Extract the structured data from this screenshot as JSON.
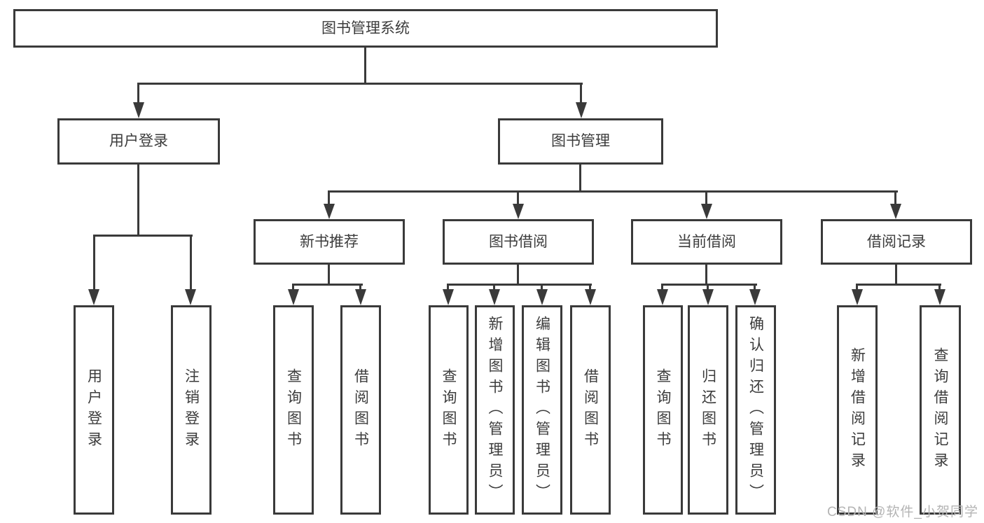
{
  "diagram": {
    "root": {
      "label": "图书管理系统"
    },
    "branches": {
      "user_login": {
        "label": "用户登录"
      },
      "book_mgmt": {
        "label": "图书管理"
      }
    },
    "modules": {
      "new_book_rec": {
        "label": "新书推荐"
      },
      "book_borrow": {
        "label": "图书借阅"
      },
      "current_borrow": {
        "label": "当前借阅"
      },
      "borrow_record": {
        "label": "借阅记录"
      }
    },
    "leaves": {
      "a1": {
        "label": "用户登录"
      },
      "a2": {
        "label": "注销登录"
      },
      "b1": {
        "label": "查询图书"
      },
      "b2": {
        "label": "借阅图书"
      },
      "c1": {
        "label": "查询图书"
      },
      "c2": {
        "label": "新增图书（管理员）"
      },
      "c3": {
        "label": "编辑图书（管理员）"
      },
      "c4": {
        "label": "借阅图书"
      },
      "d1": {
        "label": "查询图书"
      },
      "d2": {
        "label": "归还图书"
      },
      "d3": {
        "label": "确认归还（管理员）"
      },
      "e1": {
        "label": "新增借阅记录"
      },
      "e2": {
        "label": "查询借阅记录"
      }
    }
  },
  "watermark": {
    "text": "CSDN @软件_小贺同学"
  },
  "colors": {
    "line": "#3a3a3a",
    "text": "#3c3c3c",
    "watermark_text": "#b4b4b4",
    "background": "#ffffff"
  }
}
